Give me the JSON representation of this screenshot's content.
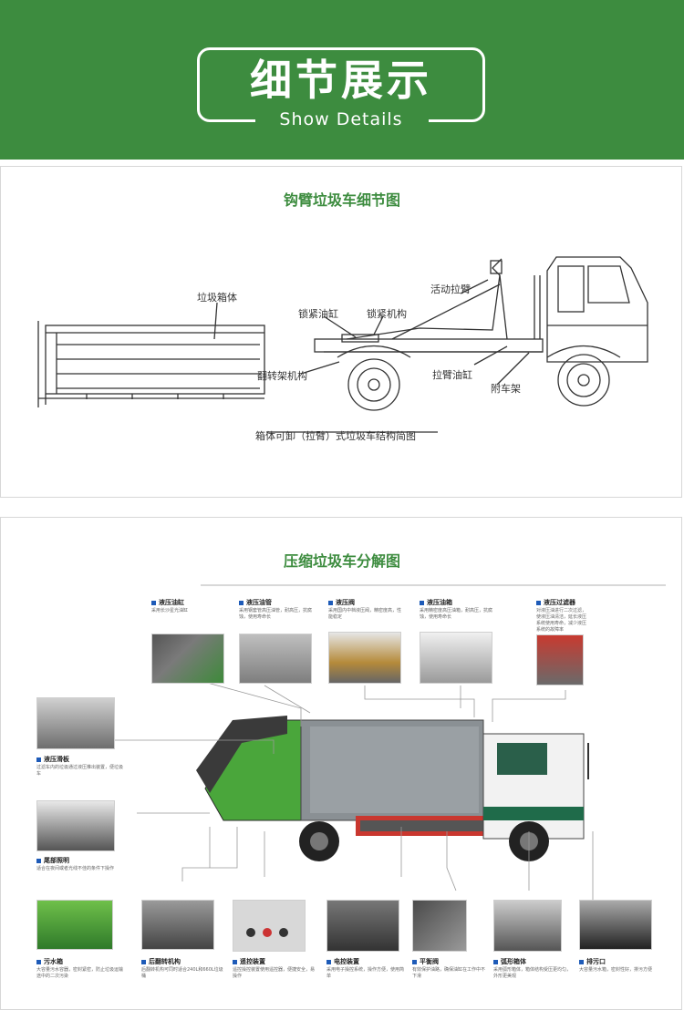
{
  "banner": {
    "title": "细节展示",
    "subtitle": "Show Details"
  },
  "section1": {
    "title": "钩臂垃圾车细节图",
    "annotations": {
      "box": "垃圾箱体",
      "lock_cyl": "锁紧油缸",
      "lock_mech": "锁紧机构",
      "arm": "活动拉臂",
      "flip": "翻转架机构",
      "arm_cyl": "拉臂油缸",
      "subframe": "附车架"
    },
    "caption": "箱体可卸（拉臂）式垃圾车结构简图"
  },
  "section2": {
    "title": "压缩垃圾车分解图",
    "components": {
      "c1": {
        "name": "液压油缸",
        "desc": "采用长沙星光油缸"
      },
      "c2": {
        "name": "液压油管",
        "desc": "采用钢套管高压油管，耐高压，抗腐蚀，使用寿命长"
      },
      "c3": {
        "name": "液压阀",
        "desc": "采用国内中档液压阀，精密度高，性能稳定"
      },
      "c4": {
        "name": "液压油箱",
        "desc": "采用精密度高压油箱，耐高压，抗腐蚀，使用寿命长"
      },
      "c5": {
        "name": "液压过滤器",
        "desc": "对液压油进行二次过滤，使液压油清洁，延长液压系统使用寿命，减少液压系统的故障率"
      },
      "c6": {
        "name": "液压滑板",
        "desc": "过滤车内的垃圾通过液压推出装置，便垃圾车"
      },
      "c7": {
        "name": "尾部照明",
        "desc": "适合在夜间或者光线不佳的条件下操作"
      },
      "c8": {
        "name": "污水箱",
        "desc": "大容量污水容器，密封紧密，防止垃圾运输途中的二次污染"
      },
      "c9": {
        "name": "后翻转机构",
        "desc": "后翻转机构可同时适合240L和660L垃圾桶"
      },
      "c10": {
        "name": "遥控装置",
        "desc": "遥控操控装置使用遥控器，便捷安全，易操作"
      },
      "c11": {
        "name": "电控装置",
        "desc": "采用电子操控系统，操作方便，使用简单"
      },
      "c12": {
        "name": "平衡阀",
        "desc": "有效保护油路，确保油缸在工作中不下滑"
      },
      "c13": {
        "name": "弧形箱体",
        "desc": "采用弧形箱体，箱体结构受压更均匀，外形更美观"
      },
      "c14": {
        "name": "排污口",
        "desc": "大容量污水箱，密封性好，排污方便"
      }
    }
  }
}
